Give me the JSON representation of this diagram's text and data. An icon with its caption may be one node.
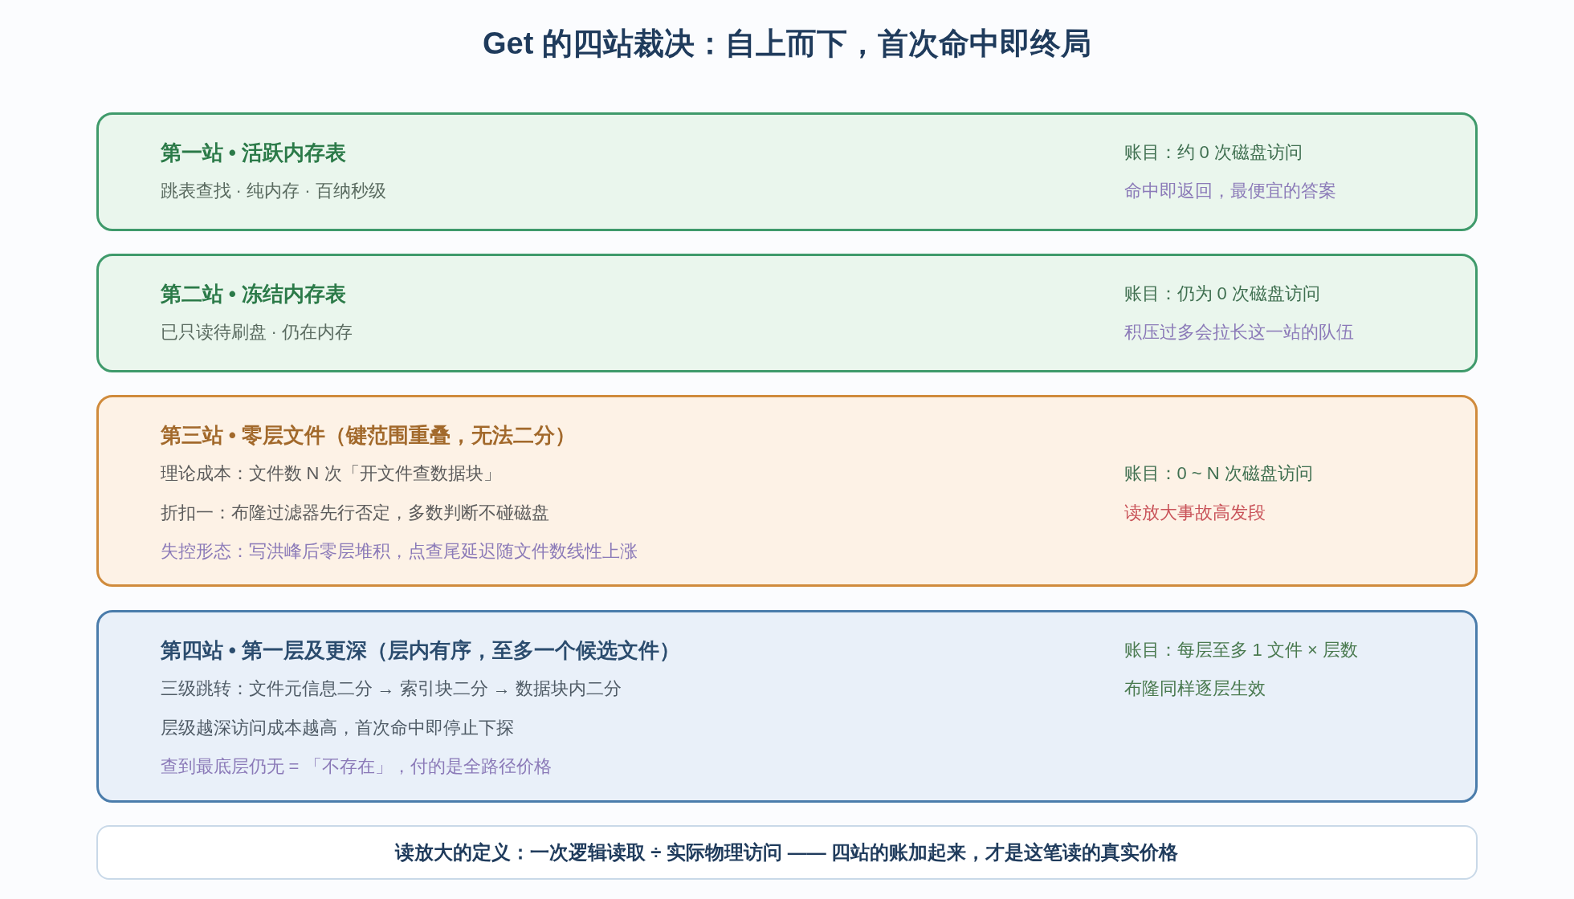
{
  "diagram": {
    "title": "Get 的四站裁决：自上而下，首次命中即终局",
    "nodes": [
      {
        "text": [
          "第一站 • 活跃内存表",
          "跳表查找 · 纯内存 · 百纳秒级",
          "账目：约 0 次磁盘访问",
          "命中即返回，最便宜的答案"
        ]
      },
      {
        "text": [
          "第二站 • 冻结内存表",
          "已只读待刷盘 · 仍在内存",
          "账目：仍为 0 次磁盘访问",
          "积压过多会拉长这一站的队伍"
        ]
      },
      {
        "text": [
          "第三站 • 零层文件（键范围重叠，无法二分）",
          "理论成本：文件数 N 次「开文件查数据块」",
          "折扣一：布隆过滤器先行否定，多数判断不碰磁盘",
          "失控形态：写洪峰后零层堆积，点查尾延迟随文件数线性上涨",
          "账目：0 ~ N 次磁盘访问",
          "读放大事故高发段"
        ]
      },
      {
        "text": [
          "第四站 • 第一层及更深（层内有序，至多一个候选文件）",
          "三级跳转：文件元信息二分 → 索引块二分 → 数据块内二分",
          "层级越深访问成本越高，首次命中即停止下探",
          "查到最底层仍无 = 「不存在」，付的是全路径价格",
          "账目：每层至多 1 文件 × 层数",
          "布隆同样逐层生效"
        ]
      },
      {
        "text": [
          "读放大的定义：一次逻辑读取 ÷ 实际物理访问 —— 四站的账加起来，才是这笔读的真实价格"
        ]
      }
    ]
  }
}
